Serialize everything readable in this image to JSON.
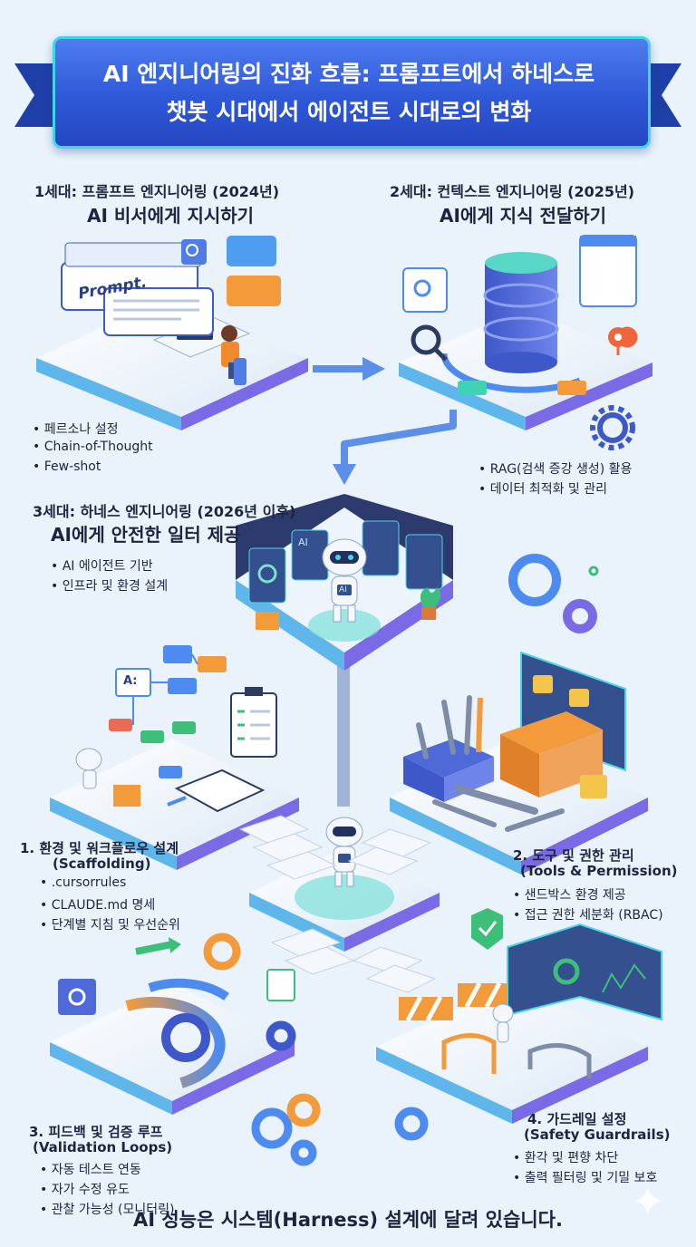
{
  "banner": {
    "line1": "AI 엔지니어링의 진화 흐름: 프롬프트에서 하네스로",
    "line2": "챗봇 시대에서 에이전트 시대로의 변화"
  },
  "gen1": {
    "header": "1세대: 프롬프트 엔지니어링 (2024년)",
    "subtitle": "AI 비서에게 지시하기",
    "prompt_label": "Prompt.",
    "bullets": [
      "페르소나 설정",
      "Chain-of-Thought",
      "Few-shot"
    ]
  },
  "gen2": {
    "header": "2세대: 컨텍스트 엔지니어링 (2025년)",
    "subtitle": "AI에게 지식 전달하기",
    "bullets": [
      "RAG(검색 증강 생성) 활용",
      "데이터 최적화 및 관리"
    ]
  },
  "gen3": {
    "header": "3세대: 하네스 엔지니어링 (2026년 이후)",
    "subtitle": "AI에게 안전한 일터 제공",
    "screen_label": "AI",
    "robot_badge": "AI",
    "bullets": [
      "AI 에이전트 기반",
      "인프라 및 환경 설계"
    ]
  },
  "pillars": [
    {
      "title": "1. 환경 및 워크플로우 설계",
      "subtitle": "(Scaffolding)",
      "bullets": [
        ".cursorrules",
        "CLAUDE.md 명세",
        "단계별 지침 및 우선순위"
      ]
    },
    {
      "title": "2. 도구 및 권한 관리",
      "subtitle": "(Tools & Permission)",
      "bullets": [
        "샌드박스 환경 제공",
        "접근 권한 세분화 (RBAC)"
      ]
    },
    {
      "title": "3. 피드백 및 검증 루프",
      "subtitle": "(Validation Loops)",
      "bullets": [
        "자동 테스트 연동",
        "자가 수정 유도",
        "관찰 가능성 (모니터링)"
      ]
    },
    {
      "title": "4. 가드레일 설정",
      "subtitle": "(Safety Guardrails)",
      "bullets": [
        "환각 및 편향 차단",
        "출력 필터링 및 기밀 보호"
      ]
    }
  ],
  "flowchart_label": "A:",
  "footer": "AI 성능은 시스템(Harness) 설계에 달려 있습니다.",
  "colors": {
    "banner": "#2f58d8",
    "accent_teal": "#41d6e6",
    "platform_edge": "#7a6ae6",
    "background": "#eaf3fb"
  }
}
